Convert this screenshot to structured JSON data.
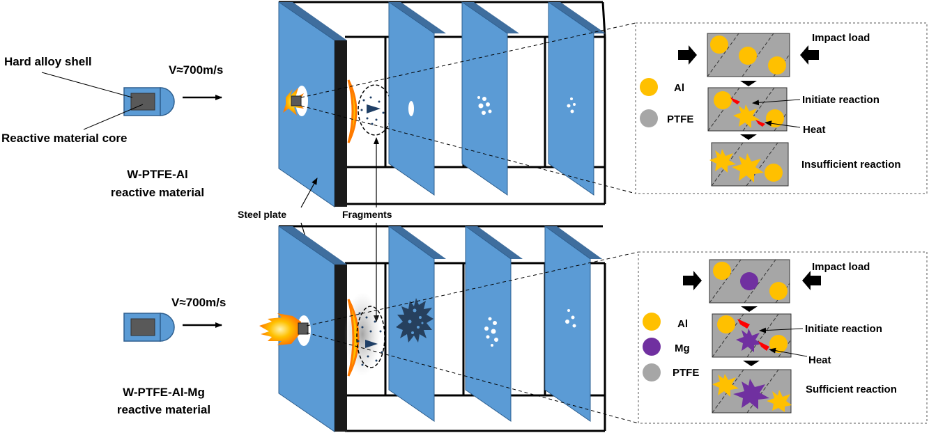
{
  "colors": {
    "plate": "#5b9bd5",
    "plate_edge": "#3f6e9e",
    "steel_dark": "#1a1a1a",
    "al": "#ffc000",
    "mg": "#7030a0",
    "ptfe": "#a6a6a6",
    "panel_gray": "#a6a6a6",
    "heat_arrow": "#ff0000",
    "fire_orange": "#ff9900",
    "fire_yellow": "#ffd24d"
  },
  "top": {
    "projectile": {
      "shell_label": "Hard alloy shell",
      "core_label": "Reactive material core",
      "velocity": "V≈700m/s",
      "material_line1": "W-PTFE-Al",
      "material_line2": "reactive material"
    },
    "inset": {
      "impact_load": "Impact load",
      "legend": [
        {
          "label": "Al",
          "color": "#ffc000"
        },
        {
          "label": "PTFE",
          "color": "#a6a6a6"
        }
      ],
      "initiate_reaction": "Initiate reaction",
      "heat": "Heat",
      "result": "Insufficient reaction"
    }
  },
  "bottom": {
    "projectile": {
      "velocity": "V≈700m/s",
      "material_line1": "W-PTFE-Al-Mg",
      "material_line2": "reactive material"
    },
    "inset": {
      "impact_load": "Impact load",
      "legend": [
        {
          "label": "Al",
          "color": "#ffc000"
        },
        {
          "label": "Mg",
          "color": "#7030a0"
        },
        {
          "label": "PTFE",
          "color": "#a6a6a6"
        }
      ],
      "initiate_reaction": "Initiate reaction",
      "heat": "Heat",
      "result": "Sufficient reaction"
    }
  },
  "shared": {
    "steel_plate": "Steel plate",
    "fragments": "Fragments"
  }
}
